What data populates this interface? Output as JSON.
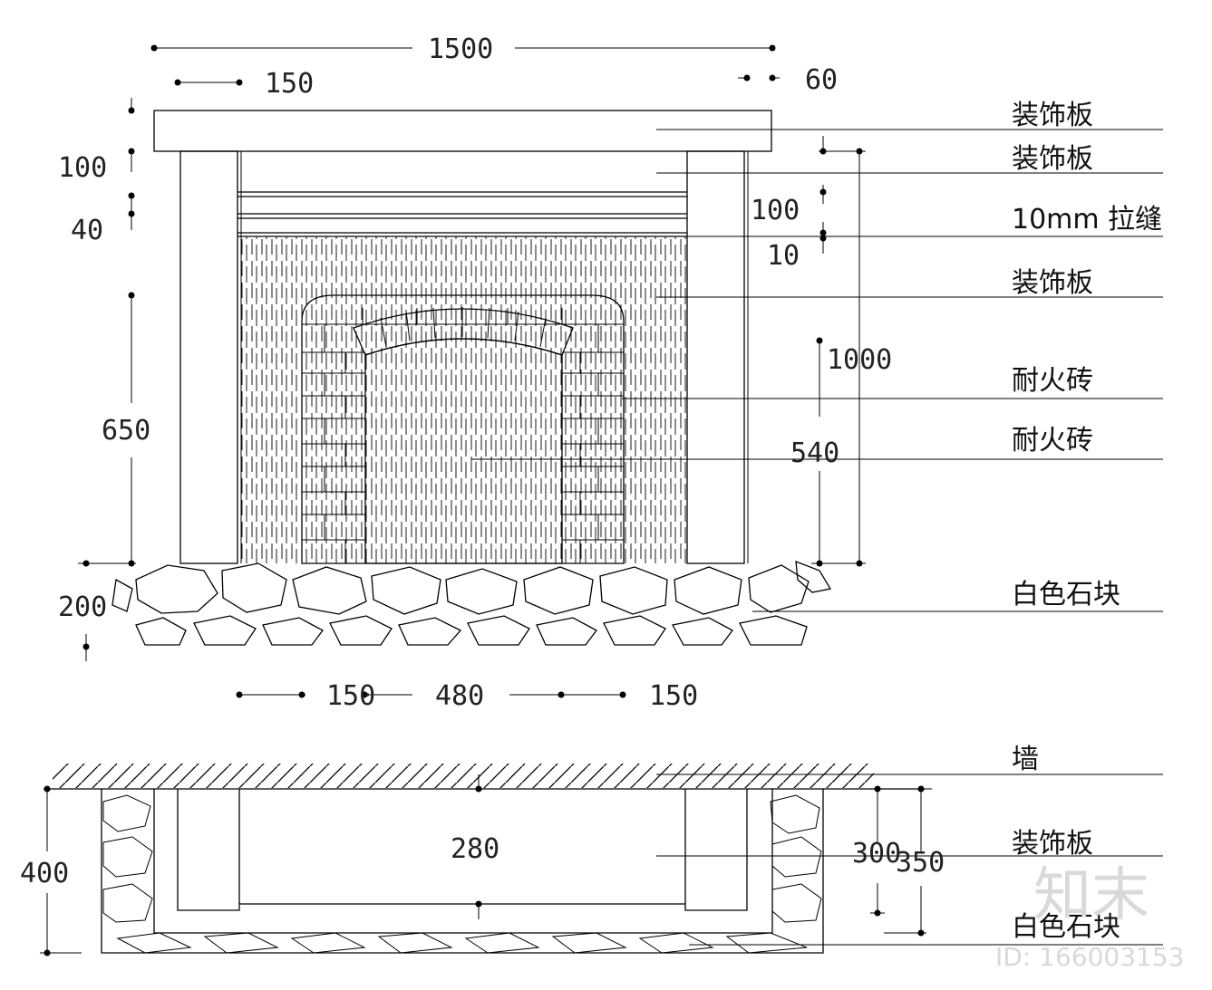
{
  "elevation": {
    "dims_top": {
      "overall_width": "1500",
      "left_offset": "150",
      "right_offset": "60"
    },
    "dims_left": {
      "top_board": "100",
      "gap": "40",
      "opening_height": "650",
      "stone_base": "200"
    },
    "dims_right": {
      "board": "100",
      "seam": "10",
      "overall_height": "1000",
      "opening": "540"
    },
    "dims_bottom": {
      "left_post": "150",
      "opening_width": "480",
      "right_post": "150"
    },
    "labels": [
      "装饰板",
      "装饰板",
      "10mm 拉缝",
      "装饰板",
      "耐火砖",
      "耐火砖",
      "白色石块"
    ]
  },
  "plan": {
    "labels": [
      "墙",
      "装饰板",
      "白色石块"
    ],
    "dims": {
      "depth_total": "400",
      "inner_depth": "280",
      "depth_a": "300",
      "depth_b": "350"
    }
  },
  "watermark": {
    "brand": "知末",
    "id": "ID: 166003153"
  }
}
